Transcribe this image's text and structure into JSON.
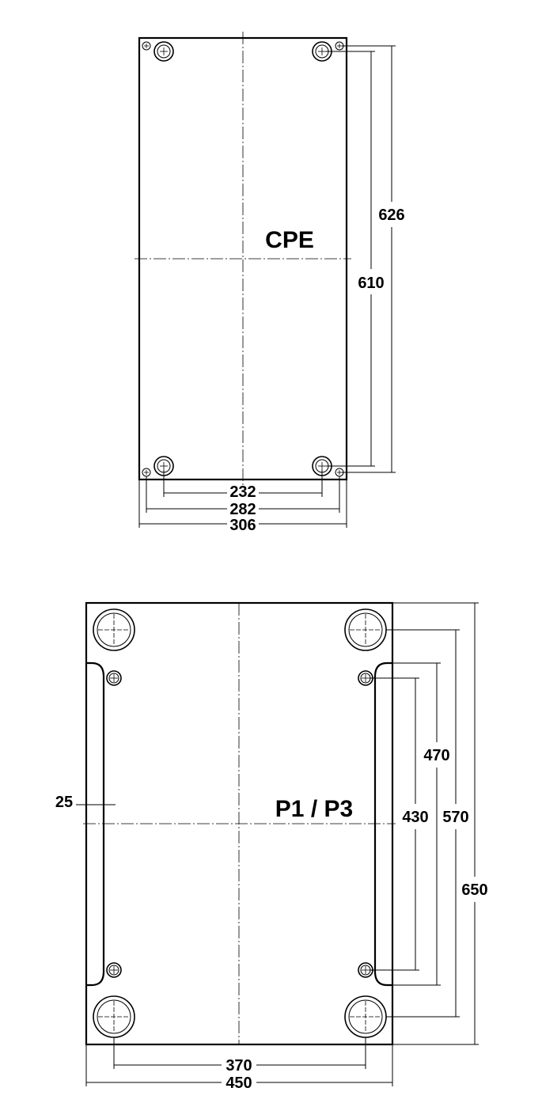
{
  "cpe": {
    "title": "CPE",
    "dims": {
      "height_outer": "626",
      "height_holes": "610",
      "width_holes_large": "232",
      "width_holes_small": "282",
      "width_outer": "306"
    }
  },
  "p1p3": {
    "title": "P1 / P3",
    "dims": {
      "left_offset": "25",
      "height_inner_holes": "470",
      "height_small_holes": "430",
      "height_large_holes": "570",
      "height_outer": "650",
      "width_large_holes": "370",
      "width_outer": "450"
    }
  }
}
